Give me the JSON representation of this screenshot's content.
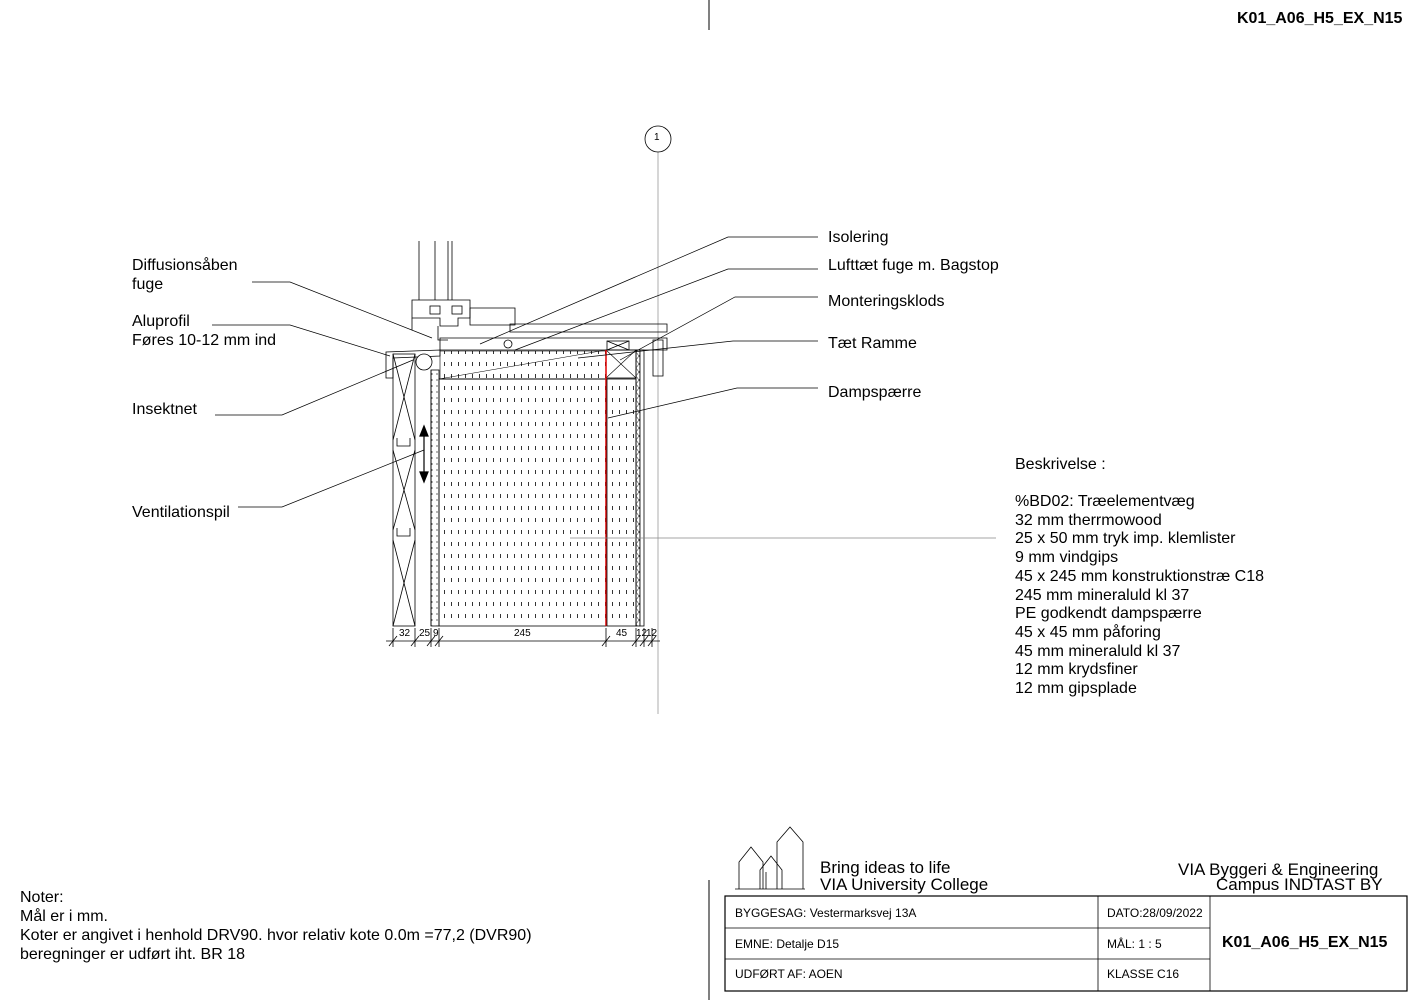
{
  "sheet_code": "K01_A06_H5_EX_N15",
  "grid_marker": "1",
  "labels": {
    "diffusion": [
      "Diffusionsåben",
      "fuge"
    ],
    "aluprofil": [
      "Aluprofil",
      "Føres 10-12 mm ind"
    ],
    "insektnet": "Insektnet",
    "ventilationspil": "Ventilationspil",
    "isolering": "Isolering",
    "lufttaet": "Lufttæt fuge m. Bagstop",
    "montering": "Monteringsklods",
    "taet_ramme": "Tæt Ramme",
    "dampspaerre": "Dampspærre"
  },
  "dimensions": [
    "32",
    "25",
    "9",
    "245",
    "45",
    "12",
    "12"
  ],
  "description": {
    "heading": "Beskrivelse :",
    "lines": [
      "%BD02: Træelementvæg",
      "32 mm therrmowood",
      "25 x 50 mm tryk imp. klemlister",
      "9 mm vindgips",
      "45 x 245 mm konstruktionstræ C18",
      "245 mm mineraluld kl 37",
      "PE godkendt dampspærre",
      "45 x 45 mm påforing",
      "45 mm mineraluld kl 37",
      "12 mm krydsfiner",
      "12 mm gipsplade"
    ]
  },
  "notes": [
    "Noter:",
    "Mål er i mm.",
    "Koter er angivet i henhold DRV90. hvor relativ kote 0.0m =77,2 (DVR90)",
    "beregninger er udført iht. BR 18"
  ],
  "branding": {
    "tagline": "Bring ideas to life",
    "school": "VIA University College",
    "dept": "VIA Byggeri & Engineering",
    "campus": "Campus INDTAST BY"
  },
  "title_block": {
    "byggesag": "BYGGESAG: Vestermarksvej 13A",
    "emne": "EMNE: Detalje D15",
    "udfoert": "UDFØRT AF: AOEN",
    "dato": "DATO:28/09/2022",
    "maal": "MÅL:  1 : 5",
    "klasse": "KLASSE   C16",
    "code": "K01_A06_H5_EX_N15"
  }
}
